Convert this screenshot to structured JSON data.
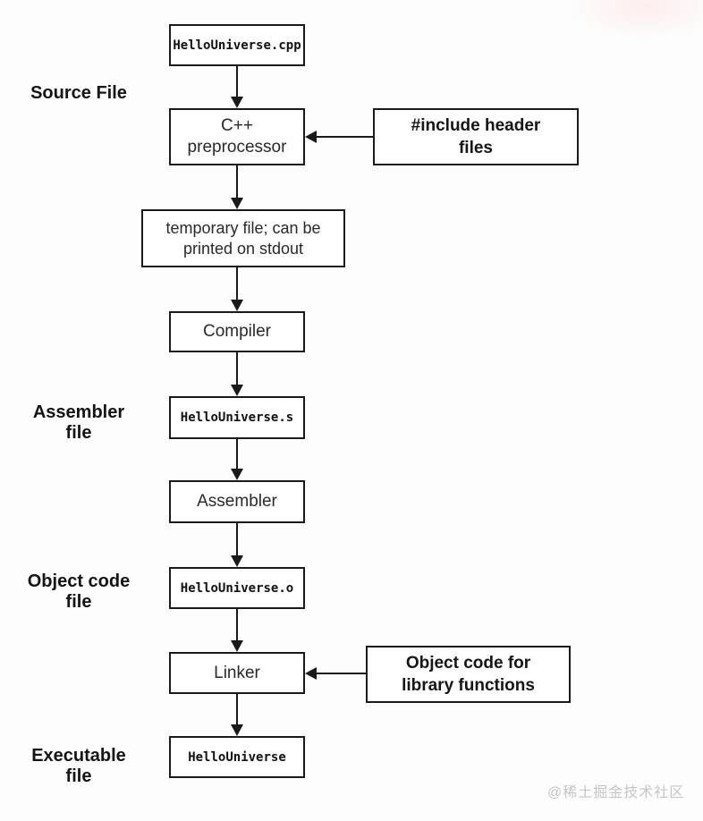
{
  "diagram": {
    "title_hint": "C++ compilation pipeline flowchart",
    "side_labels": {
      "source_file": "Source File",
      "assembler_file": "Assembler\nfile",
      "object_code_file": "Object code\nfile",
      "executable_file": "Executable\nfile"
    },
    "nodes": {
      "cpp_file": "HelloUniverse.cpp",
      "preprocessor": "C++\npreprocessor",
      "include_headers": "#include header\nfiles",
      "temp_file": "temporary file; can be\nprinted on stdout",
      "compiler": "Compiler",
      "asm_file": "HelloUniverse.s",
      "assembler": "Assembler",
      "obj_file": "HelloUniverse.o",
      "linker": "Linker",
      "library_object_code": "Object code for\nlibrary functions",
      "executable": "HelloUniverse"
    },
    "edges": [
      "cpp_file -> preprocessor",
      "include_headers -> preprocessor",
      "preprocessor -> temp_file",
      "temp_file -> compiler",
      "compiler -> asm_file",
      "asm_file -> assembler",
      "assembler -> obj_file",
      "obj_file -> linker",
      "library_object_code -> linker",
      "linker -> executable"
    ]
  },
  "watermark": {
    "text": "@稀土掘金技术社区"
  },
  "colors": {
    "background": "#fdfdfd",
    "box_border": "#1a1a1a",
    "arrow": "#1a1a1a",
    "text": "#2a2a2a",
    "watermark": "#c6c6c6"
  }
}
